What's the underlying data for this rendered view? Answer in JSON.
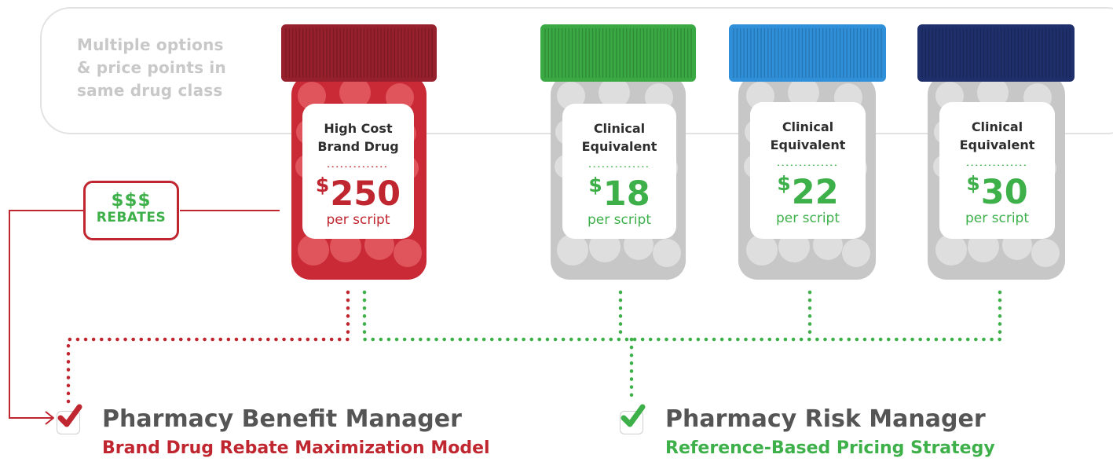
{
  "options_note": {
    "lines": [
      "Multiple options",
      "& price points in",
      "same drug class"
    ]
  },
  "rebates": {
    "amount": "$$$",
    "label": "REBATES"
  },
  "bottles": [
    {
      "title_lines": [
        "High Cost",
        "Brand Drug"
      ],
      "currency": "$",
      "price": "250",
      "unit": "per script",
      "cap_color": "#96202b",
      "body_color": "#c92a35",
      "pill_color": "#e0555b",
      "price_color": "#c0262f"
    },
    {
      "title_lines": [
        "Clinical",
        "Equivalent"
      ],
      "currency": "$",
      "price": "18",
      "unit": "per script",
      "cap_color": "#3aa843",
      "body_color": "#c7c7c7",
      "pill_color": "#dedede",
      "price_color": "#3db04a"
    },
    {
      "title_lines": [
        "Clinical",
        "Equivalent"
      ],
      "currency": "$",
      "price": "22",
      "unit": "per script",
      "cap_color": "#2f8fd8",
      "body_color": "#c7c7c7",
      "pill_color": "#dedede",
      "price_color": "#3db04a"
    },
    {
      "title_lines": [
        "Clinical",
        "Equivalent"
      ],
      "currency": "$",
      "price": "30",
      "unit": "per script",
      "cap_color": "#1f2f6b",
      "body_color": "#c7c7c7",
      "pill_color": "#dedede",
      "price_color": "#3db04a"
    }
  ],
  "managers": [
    {
      "title": "Pharmacy Benefit Manager",
      "subtitle": "Brand Drug Rebate Maximization Model",
      "accent": "#c0262f",
      "icon": "checkmark-icon"
    },
    {
      "title": "Pharmacy Risk Manager",
      "subtitle": "Reference-Based Pricing Strategy",
      "accent": "#3db04a",
      "icon": "checkmark-icon"
    }
  ],
  "colors": {
    "brand_red": "#c0262f",
    "generic_green": "#3db04a",
    "outline_grey": "#e2e2e2",
    "title_grey": "#555555"
  }
}
